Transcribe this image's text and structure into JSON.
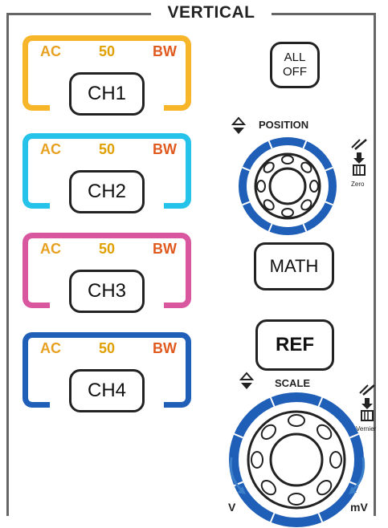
{
  "panel": {
    "title": "VERTICAL"
  },
  "channels": [
    {
      "label": "CH1",
      "ac": "AC",
      "fifty": "50",
      "bw": "BW",
      "color": "#f7b52a"
    },
    {
      "label": "CH2",
      "ac": "AC",
      "fifty": "50",
      "bw": "BW",
      "color": "#25c3e9"
    },
    {
      "label": "CH3",
      "ac": "AC",
      "fifty": "50",
      "bw": "BW",
      "color": "#d9579e"
    },
    {
      "label": "CH4",
      "ac": "AC",
      "fifty": "50",
      "bw": "BW",
      "color": "#1f5fb8"
    }
  ],
  "buttons": {
    "all_off_line1": "ALL",
    "all_off_line2": "OFF",
    "math": "MATH",
    "ref": "REF"
  },
  "position_knob": {
    "label": "POSITION",
    "press_label": "Zero"
  },
  "scale_knob": {
    "label": "SCALE",
    "press_label": "Vernier",
    "left_unit": "V",
    "right_unit": "mV"
  },
  "colors": {
    "knob_ring": "#1f5fb8",
    "arrow": "#3a7fc8"
  }
}
